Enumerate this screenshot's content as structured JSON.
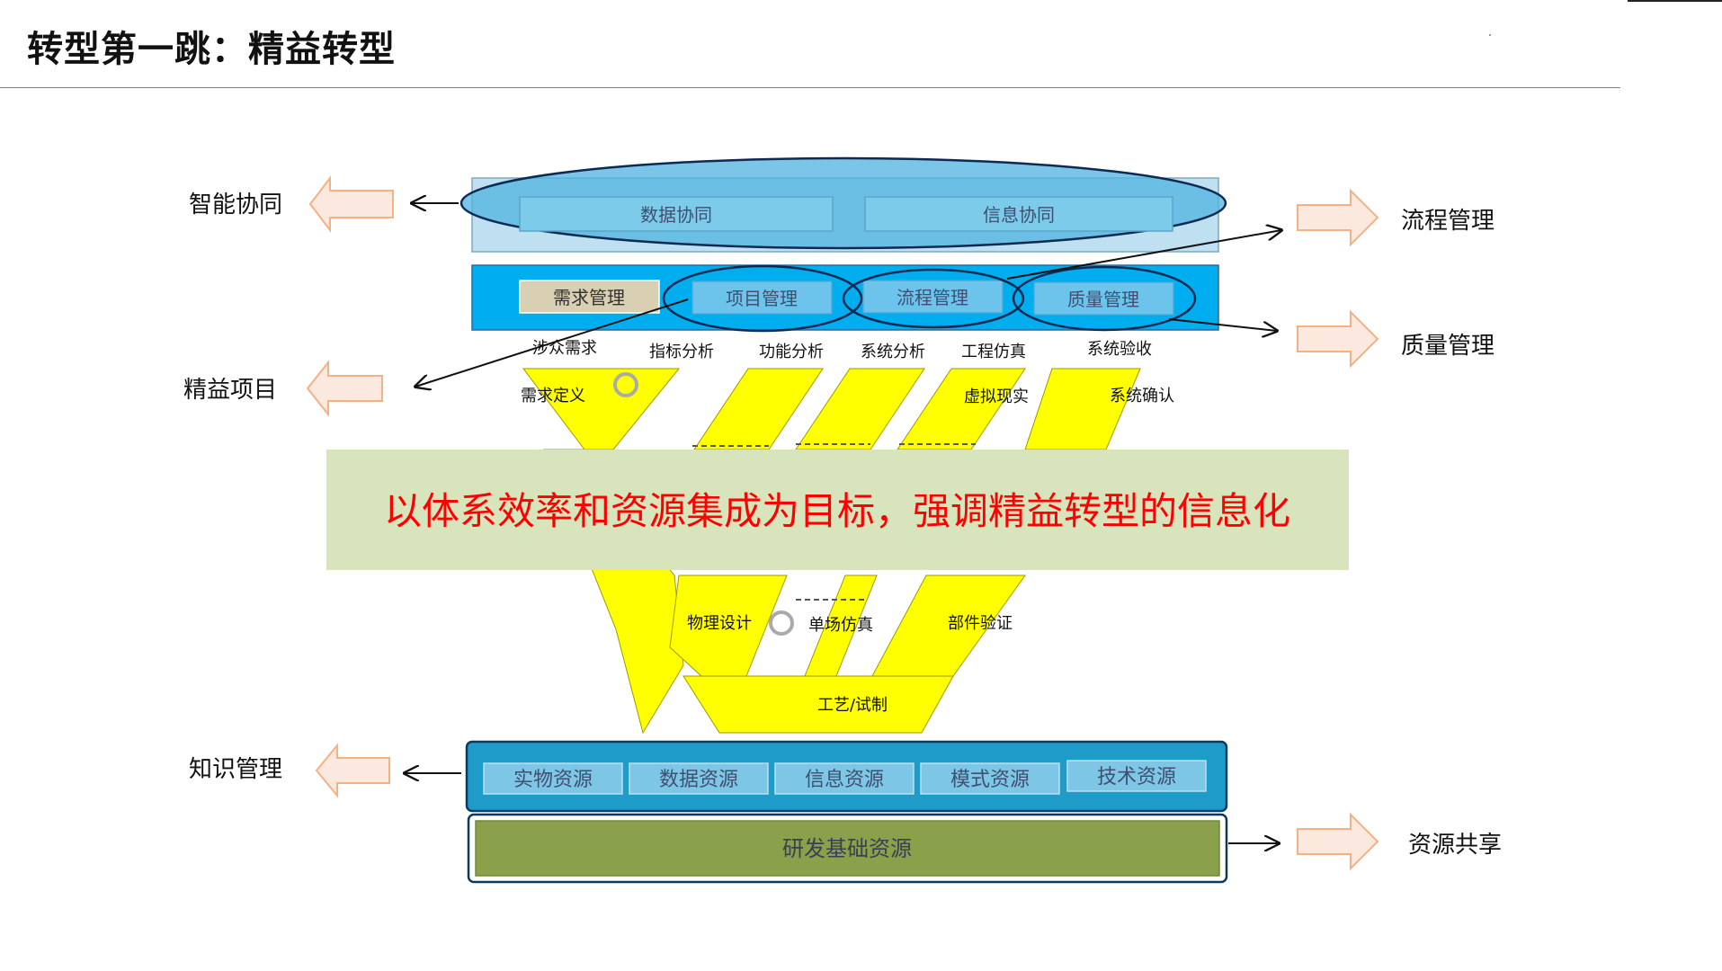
{
  "title": "转型第一跳：精益转型",
  "side_labels": {
    "smart_collab": "智能协同",
    "lean_project": "精益项目",
    "knowledge_mgmt": "知识管理",
    "process_mgmt": "流程管理",
    "quality_mgmt": "质量管理",
    "resource_share": "资源共享"
  },
  "collab_layer": {
    "data_collab": "数据协同",
    "info_collab": "信息协同"
  },
  "mgmt_layer": {
    "requirement": "需求管理",
    "project": "项目管理",
    "process": "流程管理",
    "quality": "质量管理"
  },
  "funnel": {
    "top_row": [
      "涉众需求",
      "指标分析",
      "功能分析",
      "系统分析",
      "工程仿真",
      "系统验收"
    ],
    "second_row": [
      "需求定义",
      "虚拟现实",
      "系统确认"
    ],
    "lower_row": [
      "物理设计",
      "单场仿真",
      "部件验证"
    ],
    "bottom": "工艺/试制"
  },
  "banner": "以体系效率和资源集成为目标，强调精益转型的信息化",
  "resources": [
    "实物资源",
    "数据资源",
    "信息资源",
    "模式资源",
    "技术资源"
  ],
  "base_resource": "研发基础资源",
  "colors": {
    "light_blue": "#bfe0f0",
    "cyan": "#00aeef",
    "ellipse_fill": "#4fb3e0",
    "yellow": "#ffff00",
    "banner_bg": "#d8e4bc",
    "banner_text": "#ff0000",
    "olive": "#8aa04a",
    "arrow_fill": "#fbe9e0",
    "arrow_stroke": "#f4b183"
  }
}
